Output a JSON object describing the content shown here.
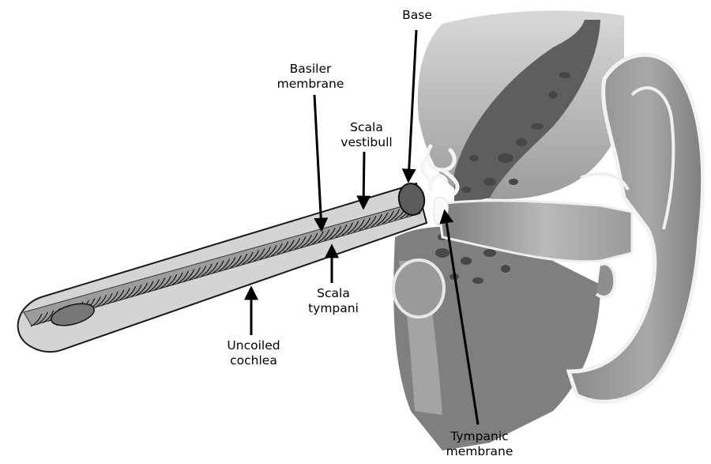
{
  "labels": {
    "base": "Base",
    "basilar": [
      "Basiler",
      "membrane"
    ],
    "vestibuli": [
      "Scala",
      "vestibull"
    ],
    "tympani": [
      "Scala",
      "tympani"
    ],
    "uncoiled": [
      "Uncoiled",
      "cochlea"
    ],
    "tympanic": [
      "Tympanic",
      "membrane"
    ]
  },
  "colors": {
    "background": "#ffffff",
    "tissue_dark": "#6a6a6a",
    "tissue_mid": "#8e8e8e",
    "tissue_light": "#b8b8b8",
    "cochlea_fill": "#d4d4d4",
    "outline": "#000000",
    "bone_hole": "#5a5a5a",
    "highlight": "#f2f2f2"
  }
}
